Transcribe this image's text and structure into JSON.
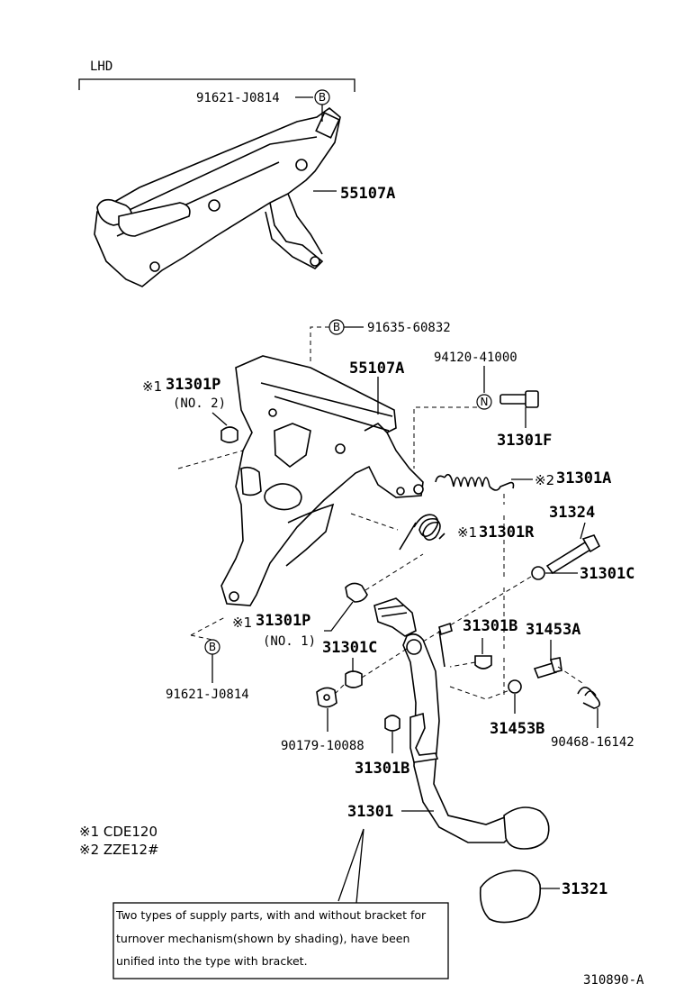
{
  "section_label": "LHD",
  "labels": {
    "p1": "91621-J0814",
    "p2": "55107A",
    "p3": "91635-60832",
    "p4": "55107A",
    "p5": "94120-41000",
    "p6": "31301P",
    "p6_sub": "(NO. 2)",
    "p7": "31301F",
    "p8": "31301A",
    "p9": "31324",
    "p10": "31301R",
    "p11": "31301C",
    "p12": "31301P",
    "p12_sub": "(NO. 1)",
    "p13": "31301B",
    "p14": "31453A",
    "p15": "31301C",
    "p16": "91621-J0814",
    "p17": "90179-10088",
    "p18": "31453B",
    "p19": "90468-16142",
    "p20": "31301B",
    "p21": "31301",
    "p22": "31321"
  },
  "markers": {
    "m1": "※1",
    "m2": "※2",
    "m3": "※1",
    "m4": "※1"
  },
  "circle_letters": {
    "c1": "B",
    "c2": "B",
    "c3": "N",
    "c4": "B"
  },
  "legend": {
    "line1": "※1 CDE120",
    "line2": "※2 ZZE12#"
  },
  "note": {
    "line1": "Two types of supply parts, with and without bracket for",
    "line2": "turnover mechanism(shown by shading), have been",
    "line3": "unified into the type with bracket."
  },
  "diagram_id": "310890-A"
}
